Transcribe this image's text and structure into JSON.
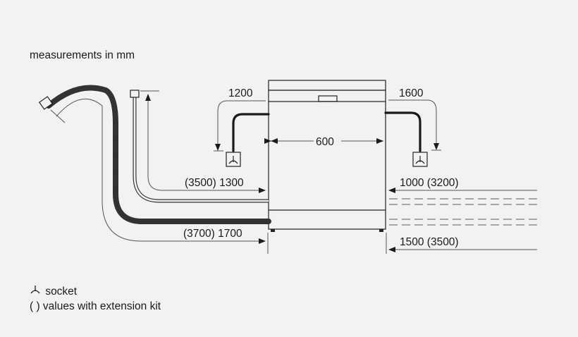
{
  "header": {
    "text": "measurements in mm"
  },
  "dimensions": {
    "top_left": "1200",
    "top_right": "1600",
    "width": "600",
    "inlet_left": "(3500) 1300",
    "inlet_right": "1000 (3200)",
    "drain_left": "(3700) 1700",
    "drain_right": "1500 (3500)"
  },
  "legend": {
    "socket": "socket",
    "extension": "( ) values with extension kit"
  },
  "icons": [
    "socket-icon",
    "drain-hose-icon",
    "water-inlet-hose-icon",
    "dishwasher-icon"
  ]
}
